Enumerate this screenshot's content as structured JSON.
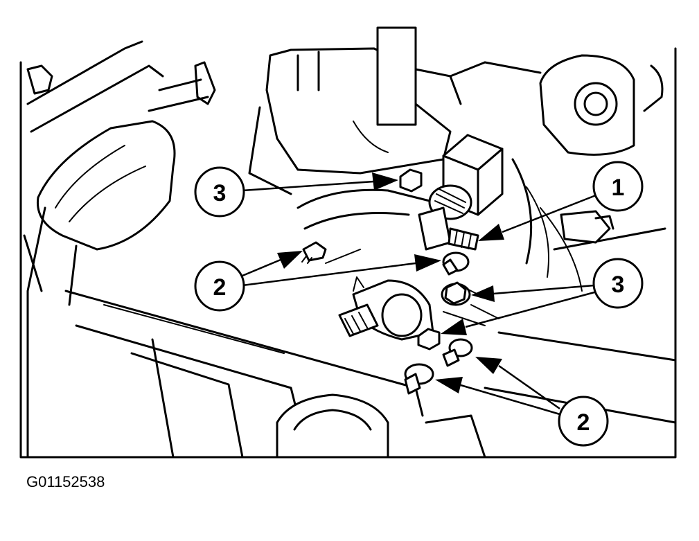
{
  "figure": {
    "code": "G01152538"
  },
  "callouts": [
    {
      "id": "c3-top",
      "label": "3"
    },
    {
      "id": "c1",
      "label": "1"
    },
    {
      "id": "c2-left",
      "label": "2"
    },
    {
      "id": "c3-right",
      "label": "3"
    },
    {
      "id": "c2-bottom",
      "label": "2"
    }
  ]
}
